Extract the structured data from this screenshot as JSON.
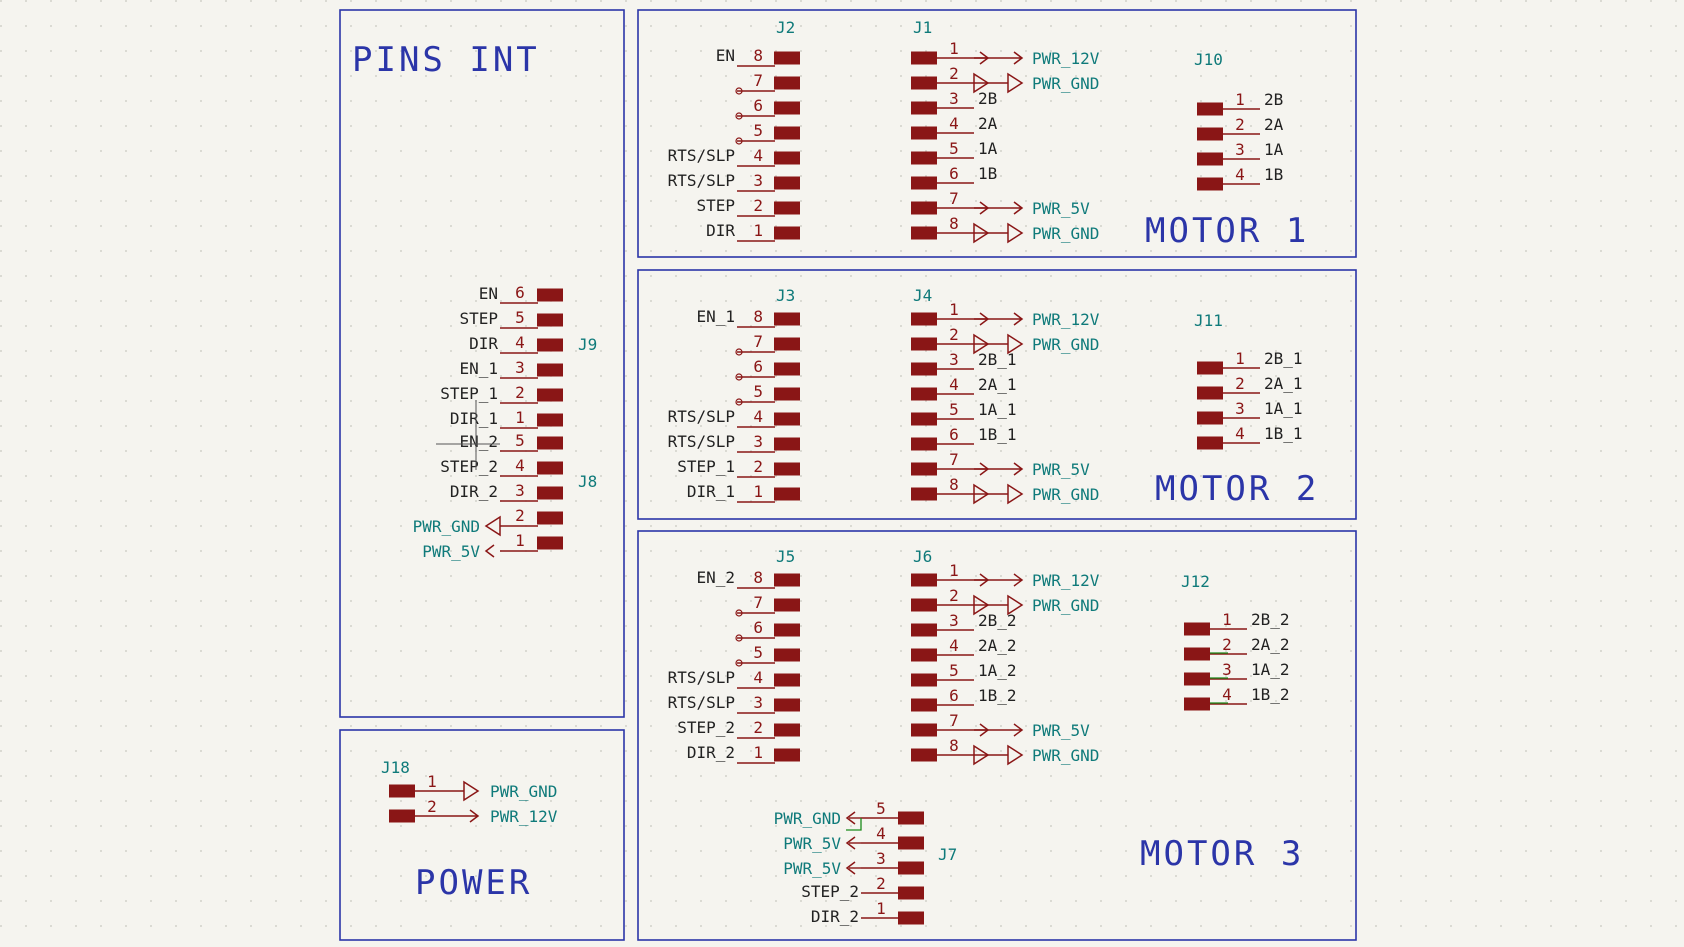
{
  "colors": {
    "background": "#f5f4ef",
    "grid": "#c8c8c0",
    "frame": "#2b35a8",
    "title": "#2b35a8",
    "pin": "#8a1616",
    "pin_text": "#8a1616",
    "label_text": "#222222",
    "ref_text": "#0f7a7a",
    "net_text": "#0f7a7a",
    "wire": "#1a8a1a"
  },
  "sections": {
    "pins_int": "PINS INT",
    "power": "POWER",
    "motor1": "MOTOR 1",
    "motor2": "MOTOR 2",
    "motor3": "MOTOR 3"
  },
  "connectors": {
    "J2": {
      "ref": "J2",
      "pins": [
        {
          "n": "8",
          "label": "EN"
        },
        {
          "n": "7",
          "label": ""
        },
        {
          "n": "6",
          "label": ""
        },
        {
          "n": "5",
          "label": ""
        },
        {
          "n": "4",
          "label": "RTS/SLP"
        },
        {
          "n": "3",
          "label": "RTS/SLP"
        },
        {
          "n": "2",
          "label": "STEP"
        },
        {
          "n": "1",
          "label": "DIR"
        }
      ]
    },
    "J1": {
      "ref": "J1",
      "pins": [
        {
          "n": "1",
          "label": "PWR_12V"
        },
        {
          "n": "2",
          "label": "PWR_GND"
        },
        {
          "n": "3",
          "label": "2B"
        },
        {
          "n": "4",
          "label": "2A"
        },
        {
          "n": "5",
          "label": "1A"
        },
        {
          "n": "6",
          "label": "1B"
        },
        {
          "n": "7",
          "label": "PWR_5V"
        },
        {
          "n": "8",
          "label": "PWR_GND"
        }
      ]
    },
    "J10": {
      "ref": "J10",
      "pins": [
        {
          "n": "1",
          "label": "2B"
        },
        {
          "n": "2",
          "label": "2A"
        },
        {
          "n": "3",
          "label": "1A"
        },
        {
          "n": "4",
          "label": "1B"
        }
      ]
    },
    "J3": {
      "ref": "J3",
      "pins": [
        {
          "n": "8",
          "label": "EN_1"
        },
        {
          "n": "7",
          "label": ""
        },
        {
          "n": "6",
          "label": ""
        },
        {
          "n": "5",
          "label": ""
        },
        {
          "n": "4",
          "label": "RTS/SLP"
        },
        {
          "n": "3",
          "label": "RTS/SLP"
        },
        {
          "n": "2",
          "label": "STEP_1"
        },
        {
          "n": "1",
          "label": "DIR_1"
        }
      ]
    },
    "J4": {
      "ref": "J4",
      "pins": [
        {
          "n": "1",
          "label": "PWR_12V"
        },
        {
          "n": "2",
          "label": "PWR_GND"
        },
        {
          "n": "3",
          "label": "2B_1"
        },
        {
          "n": "4",
          "label": "2A_1"
        },
        {
          "n": "5",
          "label": "1A_1"
        },
        {
          "n": "6",
          "label": "1B_1"
        },
        {
          "n": "7",
          "label": "PWR_5V"
        },
        {
          "n": "8",
          "label": "PWR_GND"
        }
      ]
    },
    "J11": {
      "ref": "J11",
      "pins": [
        {
          "n": "1",
          "label": "2B_1"
        },
        {
          "n": "2",
          "label": "2A_1"
        },
        {
          "n": "3",
          "label": "1A_1"
        },
        {
          "n": "4",
          "label": "1B_1"
        }
      ]
    },
    "J5": {
      "ref": "J5",
      "pins": [
        {
          "n": "8",
          "label": "EN_2"
        },
        {
          "n": "7",
          "label": ""
        },
        {
          "n": "6",
          "label": ""
        },
        {
          "n": "5",
          "label": ""
        },
        {
          "n": "4",
          "label": "RTS/SLP"
        },
        {
          "n": "3",
          "label": "RTS/SLP"
        },
        {
          "n": "2",
          "label": "STEP_2"
        },
        {
          "n": "1",
          "label": "DIR_2"
        }
      ]
    },
    "J6": {
      "ref": "J6",
      "pins": [
        {
          "n": "1",
          "label": "PWR_12V"
        },
        {
          "n": "2",
          "label": "PWR_GND"
        },
        {
          "n": "3",
          "label": "2B_2"
        },
        {
          "n": "4",
          "label": "2A_2"
        },
        {
          "n": "5",
          "label": "1A_2"
        },
        {
          "n": "6",
          "label": "1B_2"
        },
        {
          "n": "7",
          "label": "PWR_5V"
        },
        {
          "n": "8",
          "label": "PWR_GND"
        }
      ]
    },
    "J12": {
      "ref": "J12",
      "pins": [
        {
          "n": "1",
          "label": "2B_2"
        },
        {
          "n": "2",
          "label": "2A_2"
        },
        {
          "n": "3",
          "label": "1A_2"
        },
        {
          "n": "4",
          "label": "1B_2"
        }
      ]
    },
    "J7": {
      "ref": "J7",
      "pins": [
        {
          "n": "5",
          "label": "PWR_GND"
        },
        {
          "n": "4",
          "label": "PWR_5V"
        },
        {
          "n": "3",
          "label": "PWR_5V"
        },
        {
          "n": "2",
          "label": "STEP_2"
        },
        {
          "n": "1",
          "label": "DIR_2"
        }
      ]
    },
    "J9": {
      "ref": "J9",
      "pins": [
        {
          "n": "6",
          "label": "EN"
        },
        {
          "n": "5",
          "label": "STEP"
        },
        {
          "n": "4",
          "label": "DIR"
        },
        {
          "n": "3",
          "label": "EN_1"
        },
        {
          "n": "2",
          "label": "STEP_1"
        },
        {
          "n": "1",
          "label": "DIR_1"
        }
      ]
    },
    "J8": {
      "ref": "J8",
      "pins": [
        {
          "n": "5",
          "label": "EN_2"
        },
        {
          "n": "4",
          "label": "STEP_2"
        },
        {
          "n": "3",
          "label": "DIR_2"
        },
        {
          "n": "2",
          "label": "PWR_GND"
        },
        {
          "n": "1",
          "label": "PWR_5V"
        }
      ]
    },
    "J18": {
      "ref": "J18",
      "pins": [
        {
          "n": "1",
          "label": "PWR_GND"
        },
        {
          "n": "2",
          "label": "PWR_12V"
        }
      ]
    }
  }
}
